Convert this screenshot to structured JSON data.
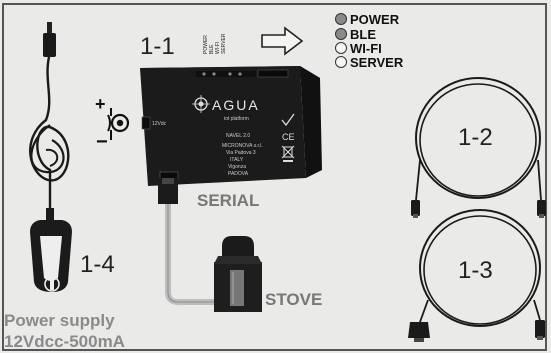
{
  "labels": {
    "device": "1-1",
    "cable_a": "1-2",
    "cable_b": "1-3",
    "power_plug": "1-4",
    "serial": "SERIAL",
    "stove": "STOVE",
    "power_supply_line1": "Power supply",
    "power_supply_line2": "12Vdcc-500mA",
    "plus": "+",
    "minus": "−"
  },
  "leds": [
    {
      "name": "POWER",
      "filled": true
    },
    {
      "name": "BLE",
      "filled": true
    },
    {
      "name": "WI-FI",
      "filled": false
    },
    {
      "name": "SERVER",
      "filled": false
    }
  ],
  "device_top_leds": [
    "POWER",
    "BLE",
    "WI-FI",
    "SERVER"
  ],
  "device_brand": {
    "name": "AGUA",
    "tagline": "iot platform",
    "model": "NAVEL 2.0",
    "maker": "MICRONOVA s.r.l.",
    "address_1": "Via Padova 3",
    "address_2": "ITALY",
    "country": "Vigonza",
    "region": "PADOVA"
  },
  "colors": {
    "device_body": "#1b1b1b",
    "led_filled": "#8a8a8a",
    "cable": "#1a1a1a",
    "stove_cable": "#bcbcbc"
  }
}
